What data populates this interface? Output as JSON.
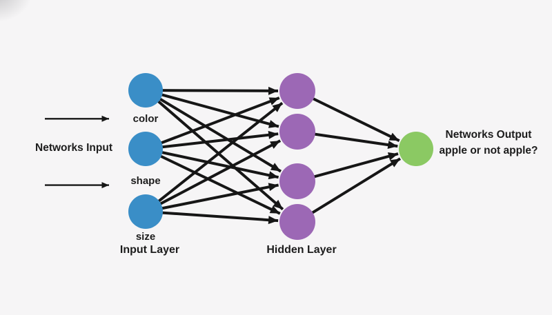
{
  "diagram": {
    "background": "#f6f5f6",
    "colors": {
      "input_node": "#3a8ec7",
      "hidden_node": "#9c68b5",
      "output_node": "#8bc963",
      "line": "#161616",
      "text": "#1c1c1c"
    },
    "left_annotation": {
      "label": "Networks Input"
    },
    "input_layer": {
      "caption": "Input Layer",
      "nodes": [
        {
          "label": "color"
        },
        {
          "label": "shape"
        },
        {
          "label": "size"
        }
      ]
    },
    "hidden_layer": {
      "caption": "Hidden Layer",
      "node_count": "4"
    },
    "output_layer": {
      "line1": "Networks Output",
      "line2": "apple or not apple?"
    }
  }
}
